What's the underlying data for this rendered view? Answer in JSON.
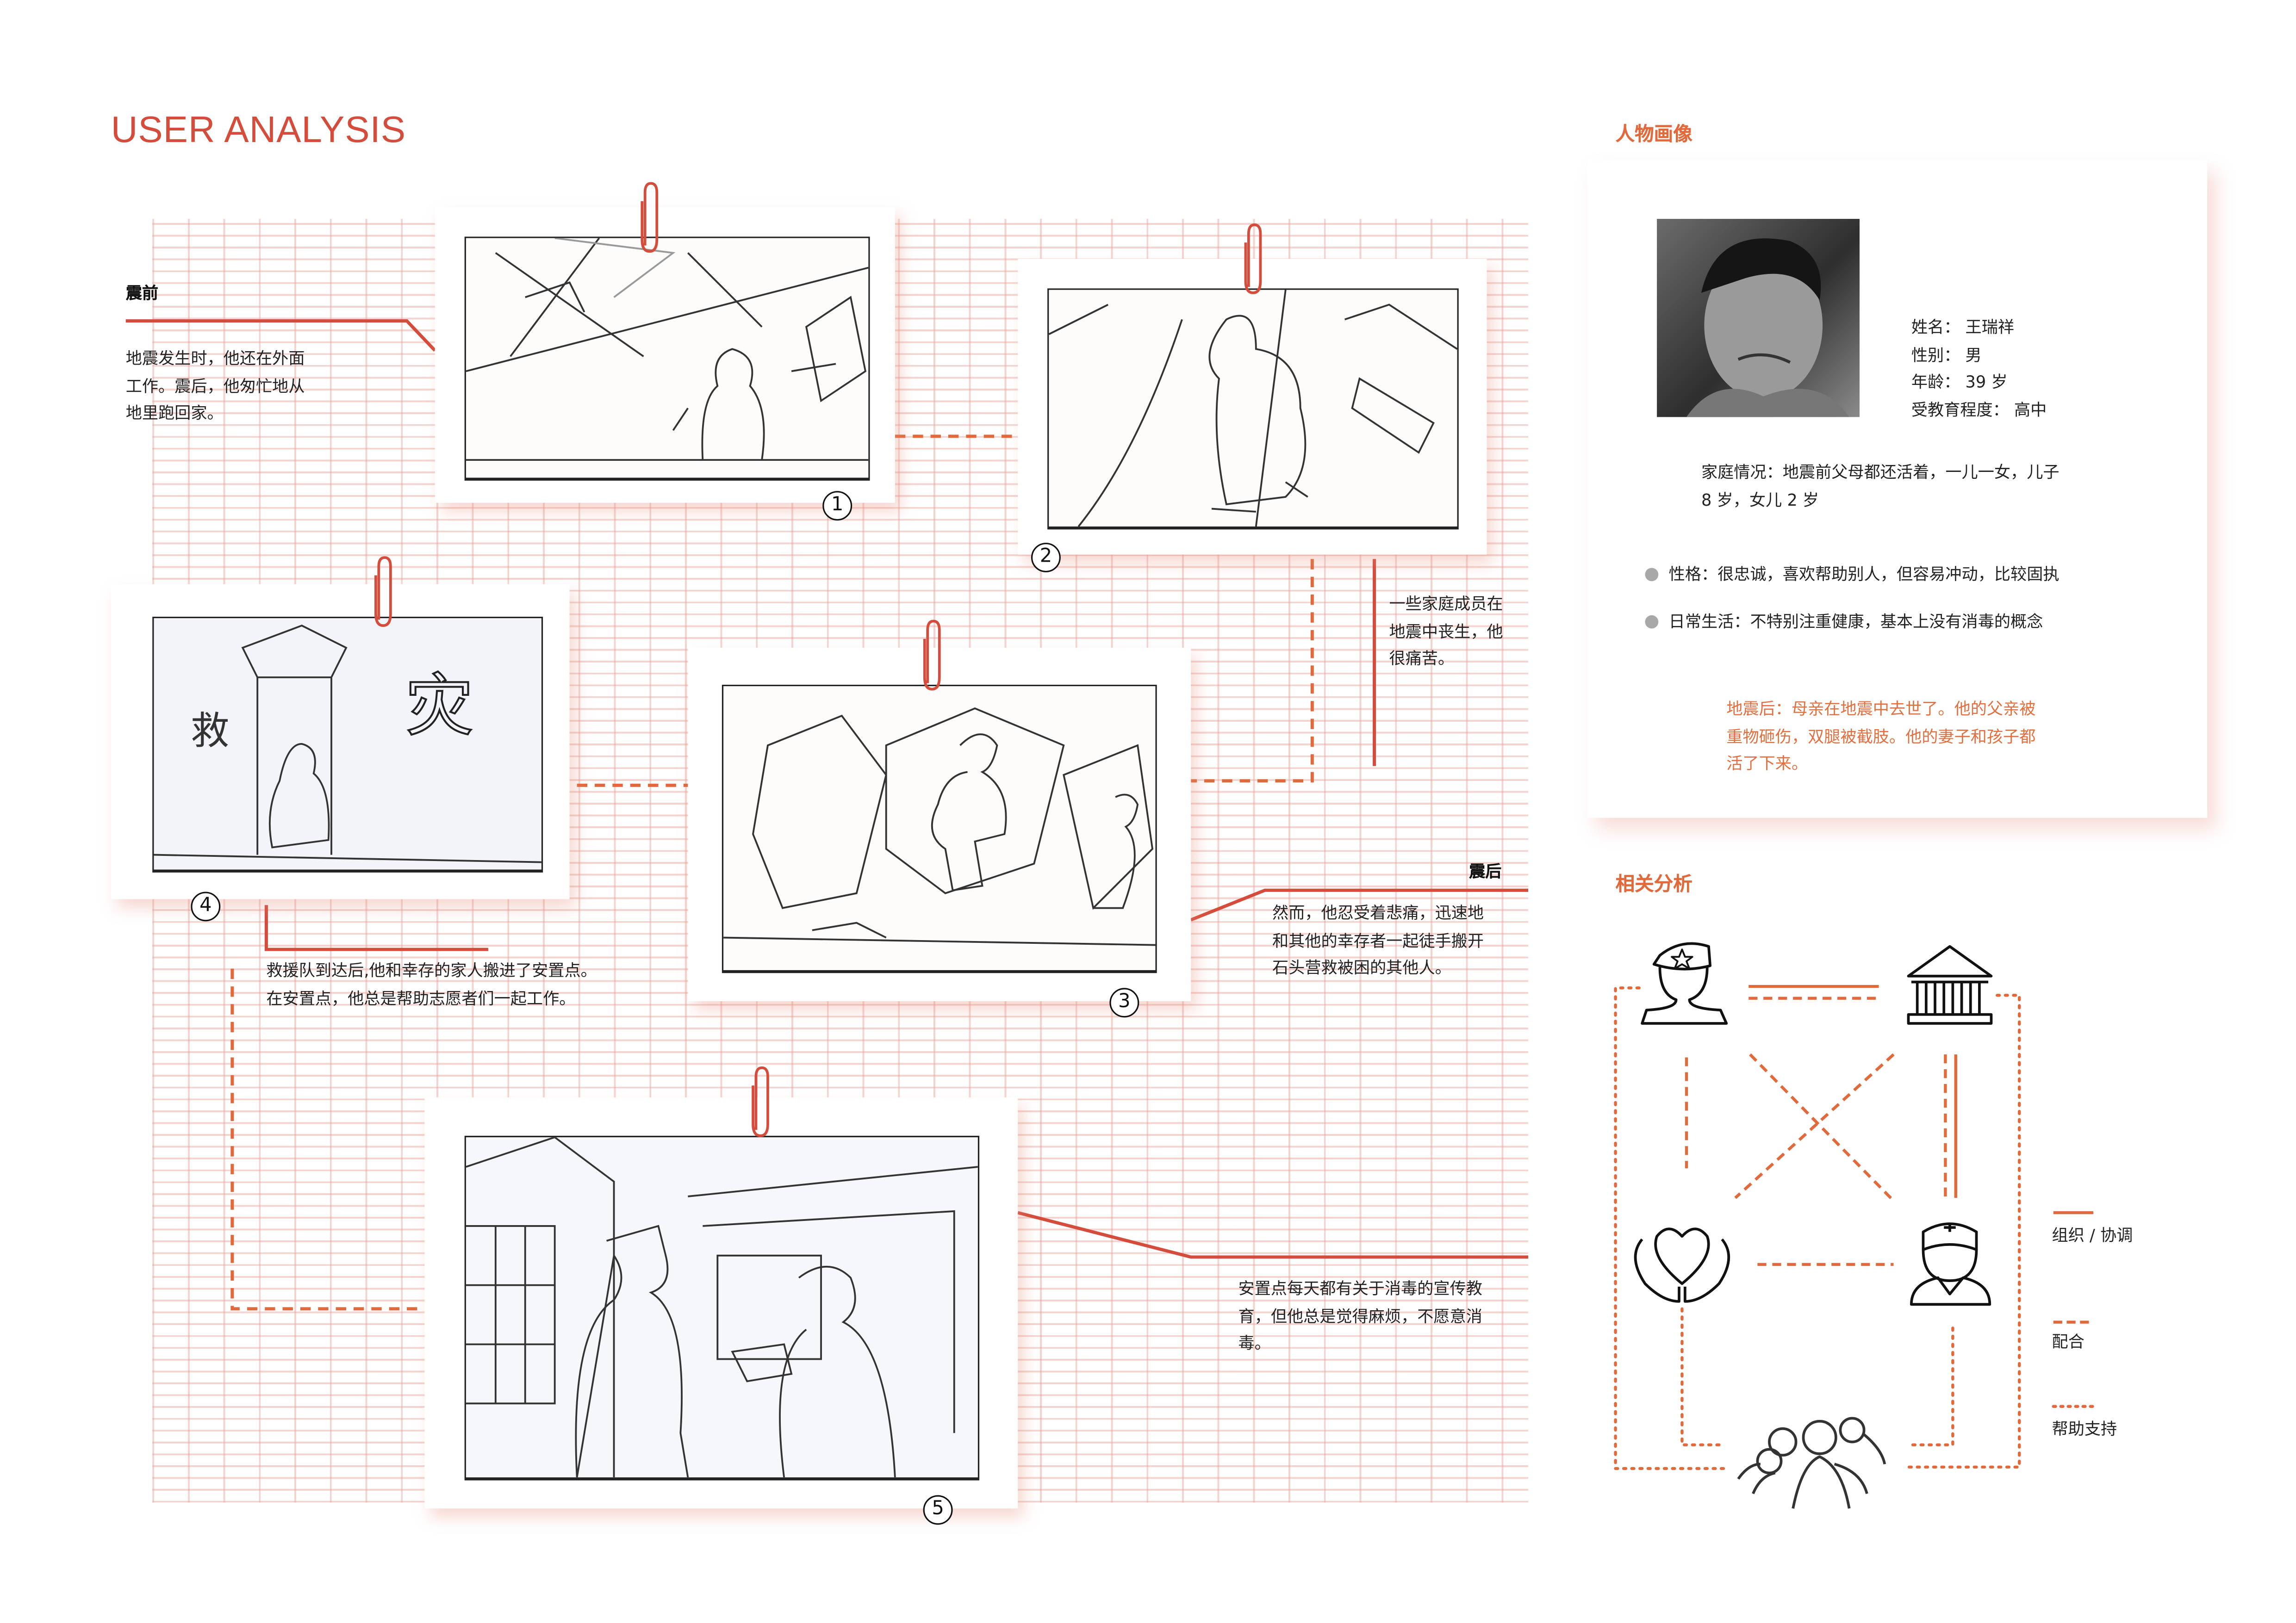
{
  "title": "USER ANALYSIS",
  "colors": {
    "accent": "#d44c3c",
    "orange": "#e06a3c",
    "grid": "#f2c9c2"
  },
  "storyboard": {
    "frames": [
      {
        "number": "1"
      },
      {
        "number": "2"
      },
      {
        "number": "3"
      },
      {
        "number": "4"
      },
      {
        "number": "5"
      }
    ],
    "before": {
      "heading": "震前",
      "lines": [
        "地震发生时，他还在外面",
        "工作。震后，他匆忙地从",
        "地里跑回家。"
      ]
    },
    "grief": {
      "lines": [
        "一些家庭成员在",
        "地震中丧生，他",
        "很痛苦。"
      ]
    },
    "after": {
      "heading": "震后",
      "lines": [
        "然而，他忍受着悲痛，迅速地",
        "和其他的幸存者一起徒手搬开",
        "石头营救被困的其他人。"
      ]
    },
    "rescue": {
      "lines": [
        "救援队到达后,他和幸存的家人搬进了安置点。",
        "在安置点，他总是帮助志愿者们一起工作。"
      ]
    },
    "disinfection": {
      "lines": [
        "安置点每天都有关于消毒的宣传教",
        "育，但他总是觉得麻烦，不愿意消",
        "毒。"
      ]
    },
    "sign_text": {
      "left": "救",
      "right": "灾"
    }
  },
  "persona": {
    "heading": "人物画像",
    "name": "姓名： 王瑞祥",
    "gender": "性别： 男",
    "age": "年龄： 39 岁",
    "education": "受教育程度： 高中",
    "family": [
      "家庭情况：地震前父母都还活着，一儿一女，儿子",
      "8 岁，女儿 2 岁"
    ],
    "personality": "性格：很忠诚，喜欢帮助别人，但容易冲动，比较固执",
    "daily_life": "日常生活：不特别注重健康，基本上没有消毒的概念",
    "after_quake": [
      "地震后：母亲在地震中去世了。他的父亲被",
      "重物砸伤，双腿被截肢。他的妻子和孩子都",
      "活了下来。"
    ]
  },
  "analysis": {
    "heading": "相关分析",
    "nodes": [
      "soldier-icon",
      "government-building-icon",
      "charity-heart-hands-icon",
      "doctor-icon",
      "crowd-icon"
    ],
    "legend": [
      {
        "style": "solid",
        "label": "组织 / 协调"
      },
      {
        "style": "dashed",
        "label": "配合"
      },
      {
        "style": "dotted",
        "label": "帮助支持"
      }
    ]
  }
}
